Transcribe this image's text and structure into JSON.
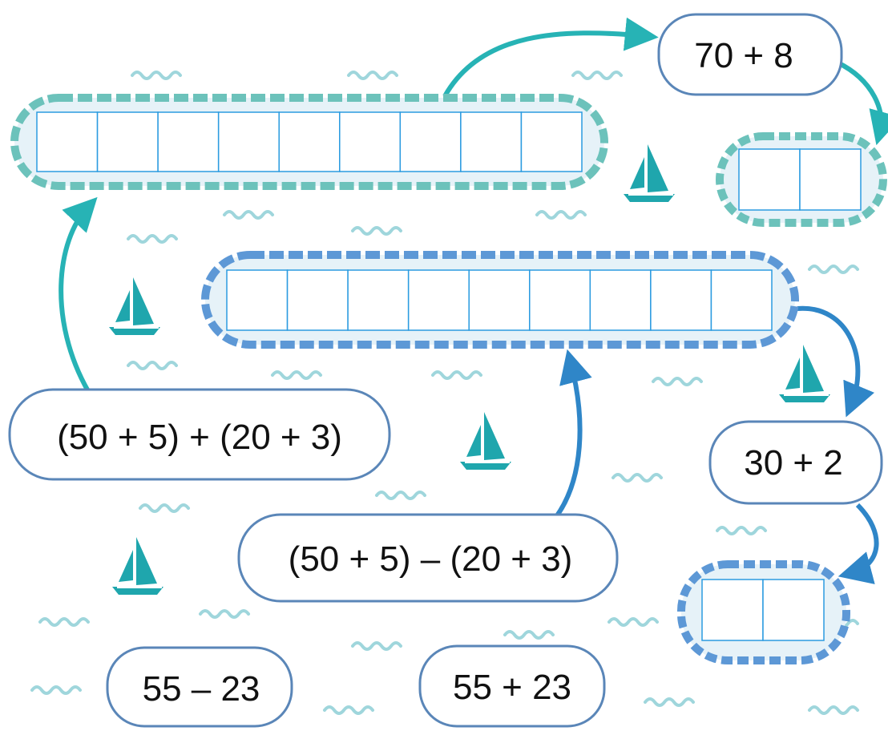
{
  "expressions": {
    "top_right": "70 + 8",
    "mid_right": "30 + 2",
    "left_sum": "(50 + 5) + (20 + 3)",
    "center_diff": "(50 + 5) – (20 + 3)",
    "bottom_left": "55 – 23",
    "bottom_center": "55 + 23"
  },
  "answer_strips": {
    "top_long_cells": 9,
    "middle_long_cells": 9,
    "top_right_cells": 2,
    "bottom_right_cells": 2
  },
  "icons": {
    "boat": "sailboat-icon",
    "wave": "wave-icon",
    "arrow": "arrow-icon"
  },
  "colors": {
    "teal": "#27b3b5",
    "blue": "#2f86c8",
    "cell_line": "#2b9be0",
    "strip_fill": "#e6f2f8",
    "bubble_border": "#5a86b8",
    "wave": "#9fd6dc",
    "boat": "#1fa6ad"
  }
}
